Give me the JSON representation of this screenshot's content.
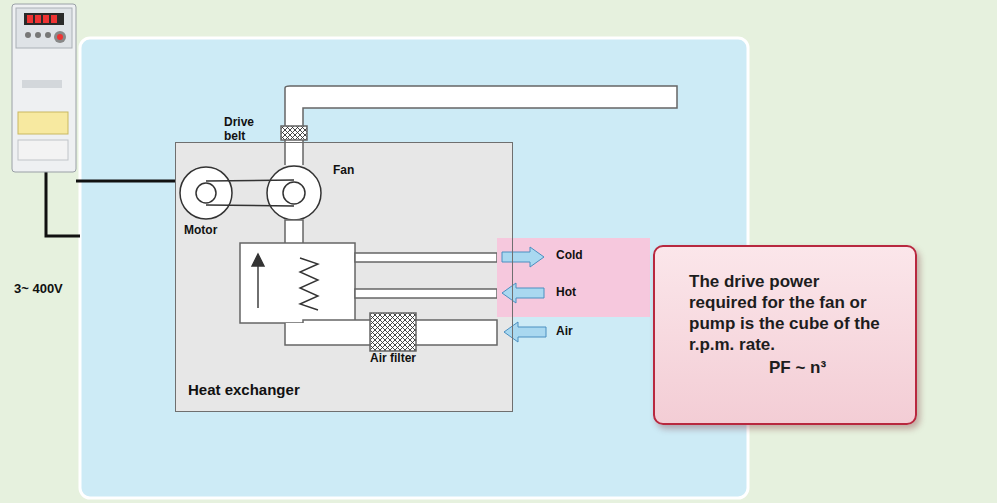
{
  "diagram": {
    "nodes": [
      {
        "text": [
          "Heat exchanger"
        ]
      },
      {
        "text": [
          "The drive power required for the fan or pump is the cube of the r.p.m. rate.",
          "PF ~ n³"
        ]
      }
    ],
    "labels": [
      "Drive belt",
      "Fan",
      "Motor",
      "Cold",
      "Hot",
      "3~ 400V",
      "Air filter",
      "Air"
    ]
  }
}
